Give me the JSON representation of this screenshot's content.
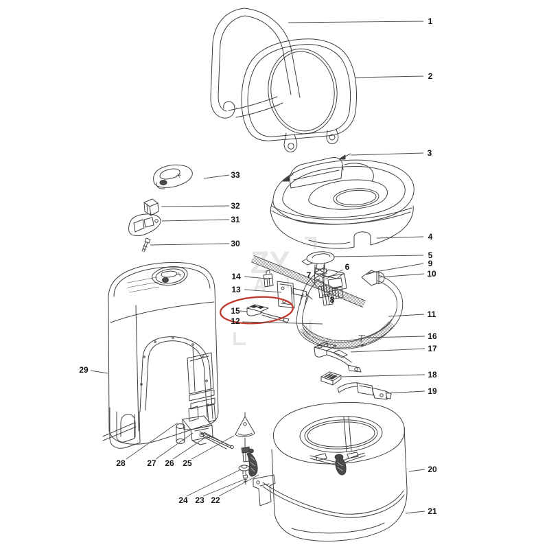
{
  "diagram": {
    "type": "exploded-parts-diagram",
    "subject": "portable cassette toilet",
    "highlight_color": "#c03a2e",
    "line_color": "#3f3f3f",
    "watermark": {
      "line1": "ZY",
      "line2": "A",
      "color": "#e6e6e6"
    },
    "parts": [
      {
        "num": "1"
      },
      {
        "num": "2"
      },
      {
        "num": "3"
      },
      {
        "num": "4"
      },
      {
        "num": "5"
      },
      {
        "num": "6"
      },
      {
        "num": "7"
      },
      {
        "num": "8"
      },
      {
        "num": "9"
      },
      {
        "num": "10"
      },
      {
        "num": "11"
      },
      {
        "num": "12"
      },
      {
        "num": "13"
      },
      {
        "num": "14"
      },
      {
        "num": "15"
      },
      {
        "num": "16"
      },
      {
        "num": "17"
      },
      {
        "num": "18"
      },
      {
        "num": "19"
      },
      {
        "num": "20"
      },
      {
        "num": "21"
      },
      {
        "num": "22"
      },
      {
        "num": "23"
      },
      {
        "num": "24"
      },
      {
        "num": "25"
      },
      {
        "num": "26"
      },
      {
        "num": "27"
      },
      {
        "num": "28"
      },
      {
        "num": "29"
      },
      {
        "num": "30"
      },
      {
        "num": "31"
      },
      {
        "num": "32"
      },
      {
        "num": "33"
      }
    ]
  }
}
